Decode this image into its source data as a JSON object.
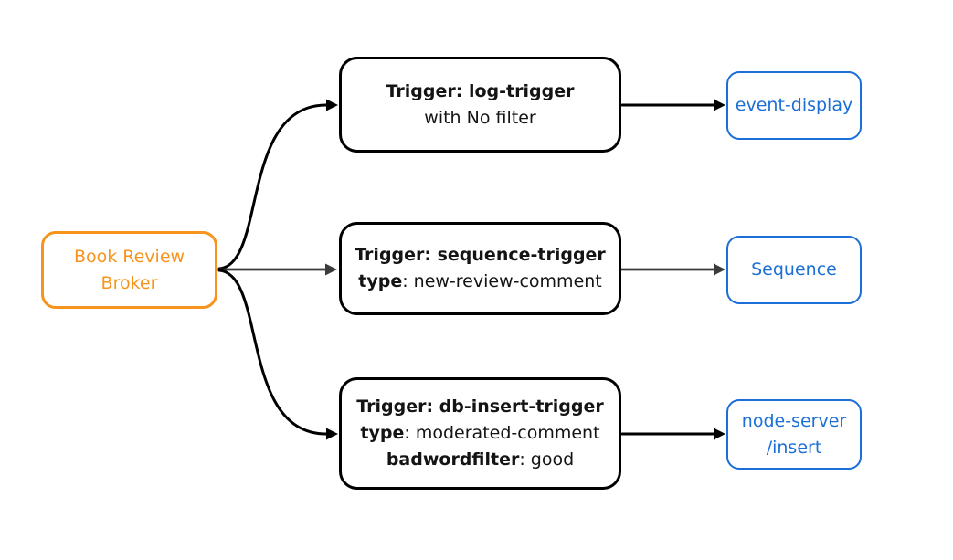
{
  "diagram": {
    "type": "flowchart-left-to-right",
    "nodes": {
      "broker": {
        "line1": "Book Review",
        "line2": "Broker"
      },
      "trigger_log": {
        "line1": "Trigger: log-trigger",
        "line2": "with No filter"
      },
      "trigger_sequence": {
        "line1": "Trigger: sequence-trigger",
        "line2_key": "type",
        "line2_value": ": new-review-comment"
      },
      "trigger_db_insert": {
        "line1": "Trigger: db-insert-trigger",
        "line2_key": "type",
        "line2_value": ": moderated-comment",
        "line3_key": "badwordfilter",
        "line3_value": ": good"
      },
      "sink_event_display": {
        "line1": "event-display"
      },
      "sink_sequence": {
        "line1": "Sequence"
      },
      "sink_node_server": {
        "line1": "node-server",
        "line2": "/insert"
      }
    },
    "edges": [
      {
        "from": "broker",
        "to": "trigger_log",
        "style": "curved-black"
      },
      {
        "from": "broker",
        "to": "trigger_sequence",
        "style": "straight-gray"
      },
      {
        "from": "broker",
        "to": "trigger_db_insert",
        "style": "curved-black"
      },
      {
        "from": "trigger_log",
        "to": "sink_event_display",
        "style": "straight-black"
      },
      {
        "from": "trigger_sequence",
        "to": "sink_sequence",
        "style": "straight-gray"
      },
      {
        "from": "trigger_db_insert",
        "to": "sink_node_server",
        "style": "straight-black"
      }
    ],
    "colors": {
      "broker_accent": "#F7941E",
      "sink_accent": "#1B6FD6",
      "trigger_border": "#000000",
      "arrow_black": "#000000",
      "arrow_gray": "#3B3B3B",
      "background": "#FFFFFF"
    }
  }
}
